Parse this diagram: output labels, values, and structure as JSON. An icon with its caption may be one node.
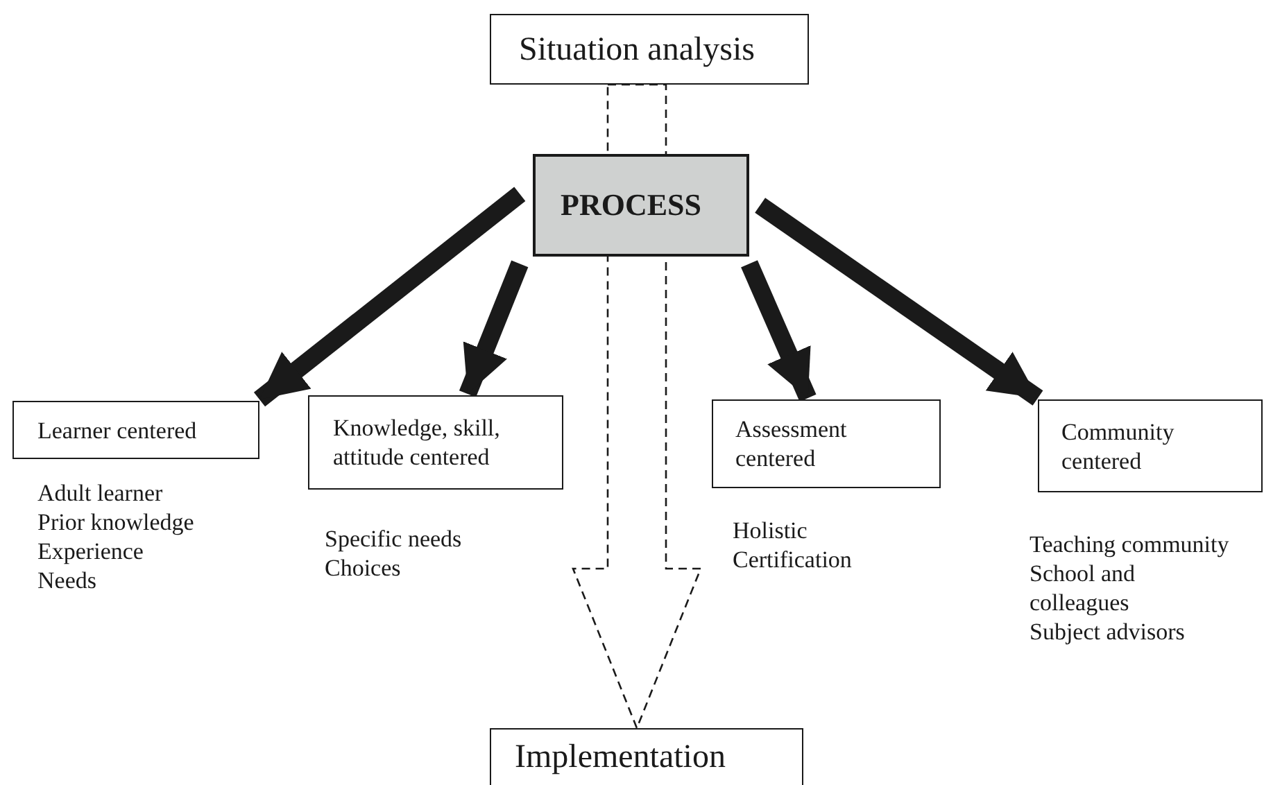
{
  "diagram": {
    "nodes": [
      {
        "text": [
          "Situation analysis"
        ]
      },
      {
        "text": [
          "PROCESS"
        ]
      },
      {
        "text": [
          "Learner centered"
        ],
        "beside": [
          "Adult learner",
          "Prior knowledge",
          "Experience",
          "Needs"
        ]
      },
      {
        "text": [
          "Knowledge, skill, attitude centered"
        ],
        "beside": [
          "Specific needs",
          "Choices"
        ]
      },
      {
        "text": [
          "Assessment centered"
        ],
        "beside": [
          "Holistic",
          "Certification"
        ]
      },
      {
        "text": [
          "Community centered"
        ],
        "beside": [
          "Teaching community",
          "School and colleagues",
          "Subject advisors"
        ]
      },
      {
        "text": [
          "Implementation"
        ]
      }
    ],
    "edges": [
      {
        "from": 1,
        "to": 2,
        "arrow": "to"
      },
      {
        "from": 1,
        "to": 3,
        "arrow": "to"
      },
      {
        "from": 1,
        "to": 4,
        "arrow": "to"
      },
      {
        "from": 1,
        "to": 5,
        "arrow": "to"
      },
      {
        "from": 0,
        "to": 6,
        "arrow": "to",
        "style": "dashed"
      }
    ]
  }
}
